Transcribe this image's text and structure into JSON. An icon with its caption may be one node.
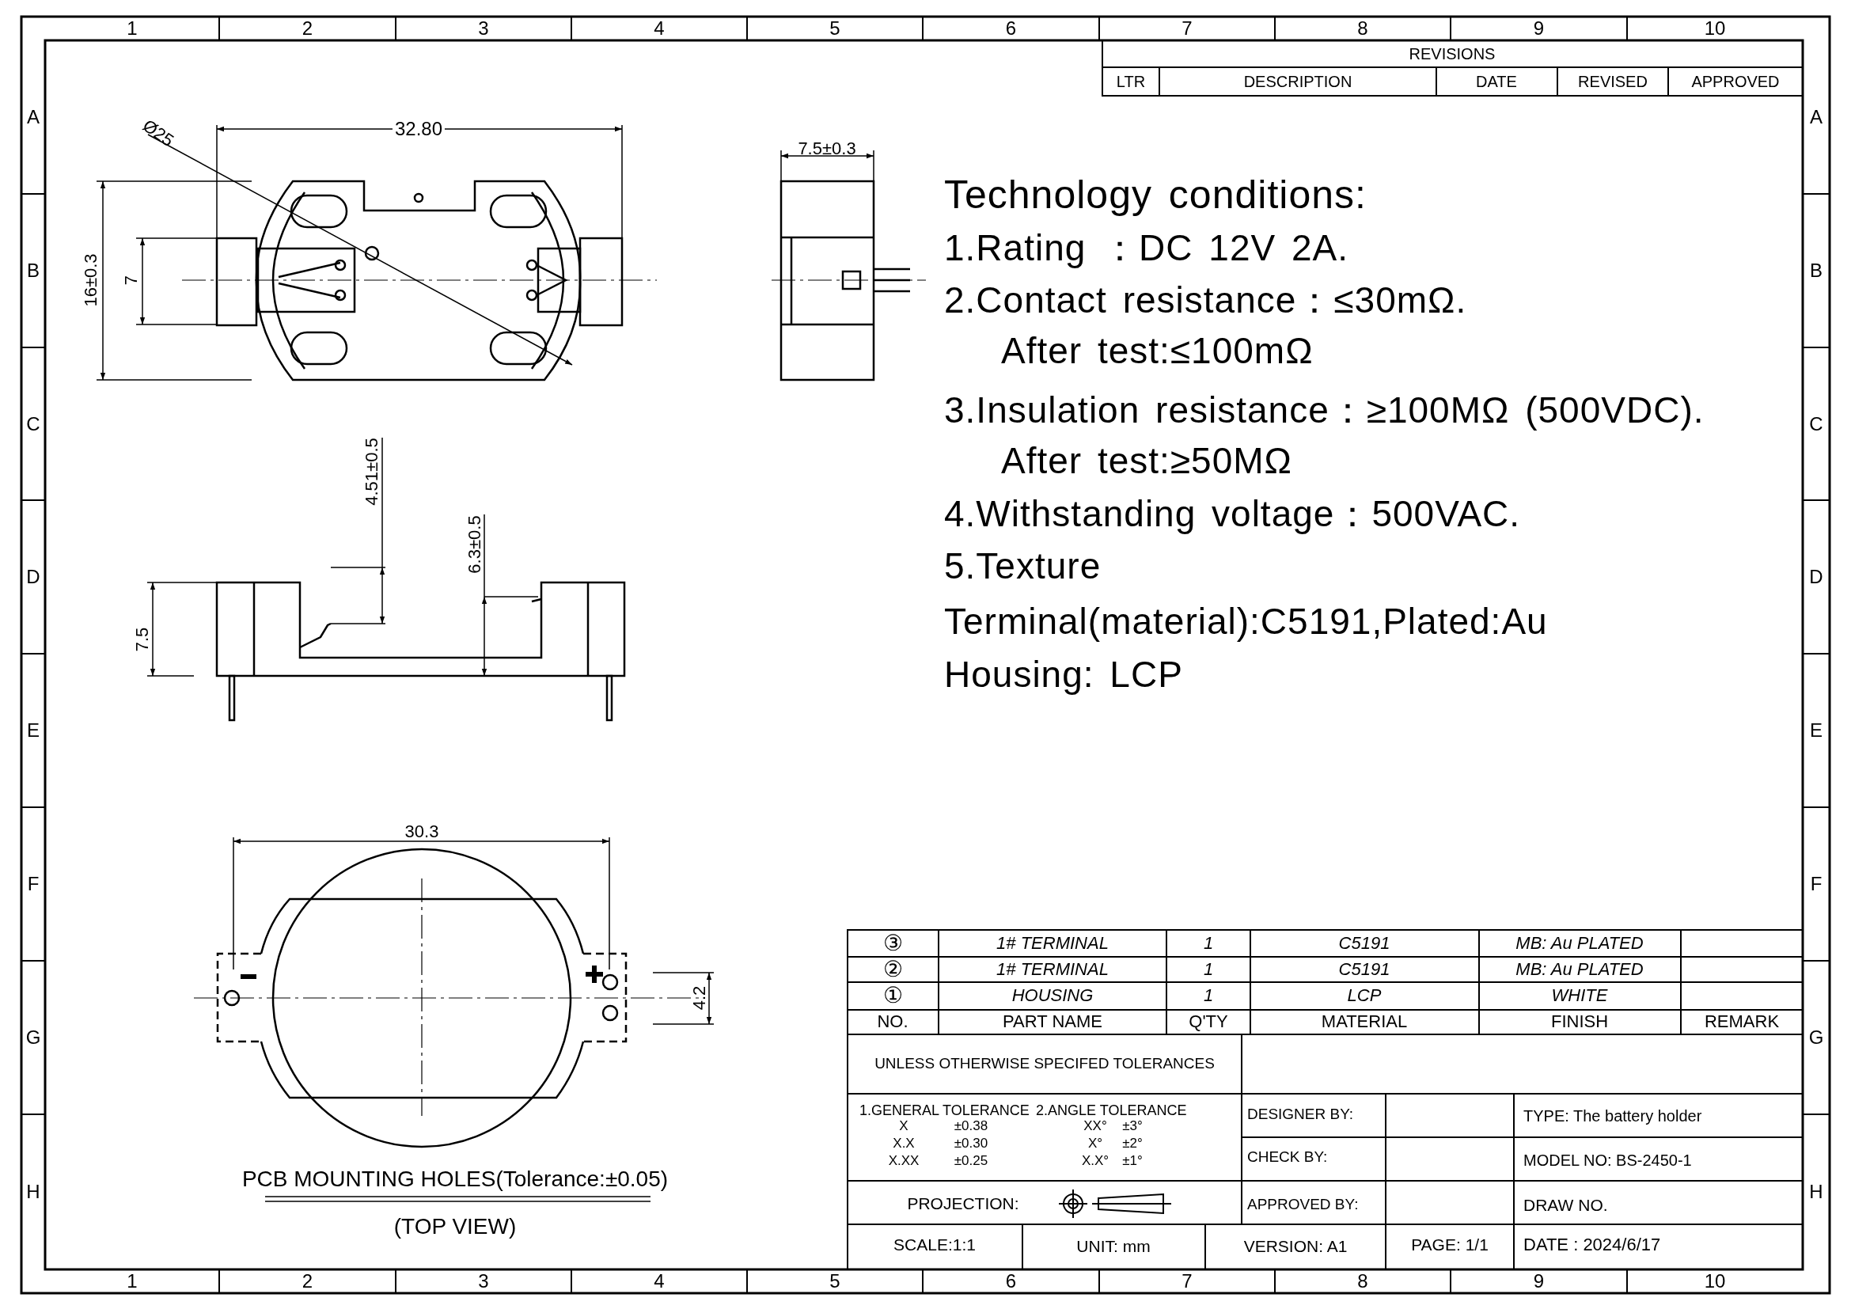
{
  "diagram": {
    "labels": [
      "1",
      "2",
      "3",
      "4",
      "5",
      "6",
      "7",
      "8",
      "9",
      "10",
      "A",
      "B",
      "C",
      "D",
      "E",
      "F",
      "G",
      "H",
      "A",
      "B",
      "C",
      "D",
      "E",
      "F",
      "G",
      "H",
      "1",
      "2",
      "3",
      "4",
      "5",
      "6",
      "7",
      "8",
      "9",
      "10",
      "REVISIONS",
      "LTR",
      "DESCRIPTION",
      "DATE",
      "REVISED",
      "APPROVED",
      "Ø25",
      "32.80",
      "16±0.3",
      "7",
      "7.5±0.3",
      "Technology conditions:",
      "1.Rating ：DC 12V 2A.",
      "2.Contact resistance：≤30mΩ.",
      "After test:≤100mΩ",
      "3.Insulation resistance：≥100MΩ (500VDC).",
      "After test:≥50MΩ",
      "4.Withstanding voltage：500VAC.",
      "5.Texture",
      "Terminal(material):C5191,Plated:Au",
      "Housing: LCP",
      "4.51±0.5",
      "6.3±0.5",
      "7.5",
      "30.3",
      "4.2",
      "PCB MOUNTING HOLES(Tolerance:±0.05)",
      "(TOP VIEW)",
      "③",
      "1# TERMINAL",
      "1",
      "C5191",
      "MB: Au PLATED",
      "②",
      "1# TERMINAL",
      "1",
      "C5191",
      "MB: Au PLATED",
      "①",
      "HOUSING",
      "1",
      "LCP",
      "WHITE",
      "NO.",
      "PART NAME",
      "Q'TY",
      "MATERIAL",
      "FINISH",
      "REMARK",
      "UNLESS OTHERWISE SPECIFED TOLERANCES",
      "1.GENERAL TOLERANCE",
      "2.ANGLE TOLERANCE",
      "X",
      "±0.38",
      "XX°",
      "±3°",
      "X.X",
      "±0.30",
      "X°",
      "±2°",
      "X.XX",
      "±0.25",
      "X.X°",
      "±1°",
      "DESIGNER BY:",
      "TYPE: The battery holder",
      "CHECK BY:",
      "MODEL NO: BS-2450-1",
      "PROJECTION:",
      "APPROVED BY:",
      "DRAW NO.",
      "SCALE:1:1",
      "UNIT: mm",
      "VERSION: A1",
      "PAGE: 1/1",
      "DATE : 2024/6/17"
    ]
  }
}
